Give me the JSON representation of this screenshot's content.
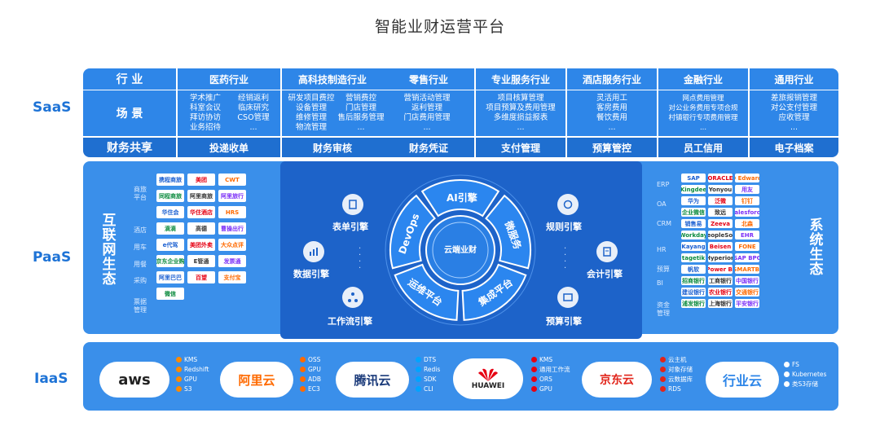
{
  "title": "智能业财运营平台",
  "layers": {
    "saas": "SaaS",
    "paas": "PaaS",
    "iaas": "IaaS"
  },
  "saas": {
    "row_industry": "行 业",
    "row_scene": "场 景",
    "row_finance": "财务共享",
    "industries": [
      {
        "name": "医药行业",
        "scenes_a": [
          "学术推广",
          "科室会议",
          "拜访协访",
          "业务招待"
        ],
        "scenes_b": [
          "经销返利",
          "临床研究",
          "CSO管理",
          "..."
        ],
        "finance": "投递收单"
      },
      {
        "name": "高科技制造行业",
        "scenes_a": [
          "研发项目费控",
          "设备管理",
          "维修管理",
          "物流管理"
        ],
        "scenes_b": [
          "营销费控",
          "门店管理",
          "售后服务管理",
          "..."
        ],
        "finance": "财务审核"
      },
      {
        "name": "零售行业",
        "scenes_a": [
          "营销活动管理",
          "返利管理",
          "门店费用管理",
          "..."
        ],
        "scenes_b": [],
        "finance": "财务凭证"
      },
      {
        "name": "专业服务行业",
        "scenes_a": [
          "项目核算管理",
          "项目预算及费用管理",
          "多维度损益报表",
          "..."
        ],
        "scenes_b": [],
        "finance": "支付管理"
      },
      {
        "name": "酒店服务行业",
        "scenes_a": [
          "灵活用工",
          "客房费用",
          "餐饮费用",
          "..."
        ],
        "scenes_b": [],
        "finance": "预算管控"
      },
      {
        "name": "金融行业",
        "scenes_a": [
          "网点费用管理",
          "对公业务费用专项合规",
          "村镇银行专项费用管理",
          "..."
        ],
        "scenes_b": [],
        "finance": "员工信用"
      },
      {
        "name": "通用行业",
        "scenes_a": [
          "差旅报销管理",
          "对公支付管理",
          "应收管理",
          "..."
        ],
        "scenes_b": [],
        "finance": "电子档案"
      }
    ]
  },
  "paas": {
    "left_title": "互联网生态",
    "right_title": "系统生态",
    "left_categories": [
      "商旅平台",
      "酒店",
      "用车",
      "用餐",
      "采购",
      "票据管理"
    ],
    "left_logos": [
      "携程商旅",
      "美团",
      "CWT",
      "同程商旅",
      "阿里商旅",
      "阿里旅行",
      "华住会",
      "华住酒店",
      "HRS",
      "滴滴",
      "高德",
      "曹操出行",
      "e代驾",
      "美团外卖",
      "大众点评",
      "京东企业购",
      "E管通",
      "发票通",
      "阿里巴巴",
      "百望",
      "支付宝",
      "微信"
    ],
    "right_categories": [
      "ERP",
      "OA",
      "CRM",
      "HR",
      "预算",
      "BI",
      "资金管理"
    ],
    "right_logos": [
      "SAP",
      "ORACLE",
      "JD Edwards",
      "Kingdee",
      "Yonyou",
      "用友",
      "华为",
      "泛微",
      "钉钉",
      "企业微信",
      "致远",
      "Salesforce",
      "销售易",
      "Zeeva",
      "北森",
      "Workday",
      "PeopleSoft",
      "EHR",
      "Kayang",
      "Beisen",
      "FONE",
      "tagetik",
      "Hyperion",
      "SAP BPC",
      "帆软",
      "Power BI",
      "SMARTBI",
      "招商银行",
      "工商银行",
      "中国银行",
      "建设银行",
      "农业银行",
      "交通银行",
      "浦发银行",
      "上海银行",
      "平安银行"
    ],
    "core_center": "云端业财",
    "core_ring": [
      "AI引擎",
      "微服务",
      "集成平台",
      "运维平台",
      "DevOps"
    ],
    "engines_left": [
      "表单引擎",
      "数据引擎",
      "工作流引擎"
    ],
    "engines_right": [
      "规则引擎",
      "会计引擎",
      "预算引擎"
    ]
  },
  "iaas": {
    "providers": [
      {
        "name": "aws",
        "services": [
          "KMS",
          "Redshift",
          "GPU",
          "S3"
        ]
      },
      {
        "name": "阿里云",
        "services": [
          "OSS",
          "GPU",
          "ADB",
          "EC3"
        ]
      },
      {
        "name": "腾讯云",
        "services": [
          "DTS",
          "Redis",
          "SDK",
          "CLI"
        ]
      },
      {
        "name": "HUAWEI",
        "services": [
          "KMS",
          "通用工作流",
          "ORS",
          "GPU"
        ]
      },
      {
        "name": "京东云",
        "services": [
          "云主机",
          "对象存储",
          "云数据库",
          "RDS"
        ]
      },
      {
        "name": "行业云",
        "services": [
          "FS",
          "Kubernetes",
          "类S3存储"
        ]
      }
    ]
  },
  "colors": {
    "primary": "#2e86e8",
    "dark": "#1f6fd0",
    "band": "#3a8fea",
    "core": "#1d63c9"
  }
}
